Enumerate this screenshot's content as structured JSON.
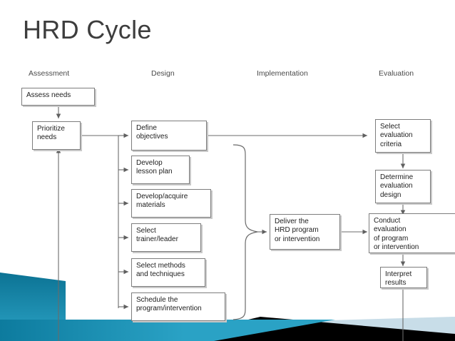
{
  "slide": {
    "title": "HRD Cycle",
    "background_color": "#ffffff",
    "title_color": "#3d3d3d"
  },
  "columns": [
    {
      "id": "assessment",
      "label": "Assessment"
    },
    {
      "id": "design",
      "label": "Design"
    },
    {
      "id": "implementation",
      "label": "Implementation"
    },
    {
      "id": "evaluation",
      "label": "Evaluation"
    }
  ],
  "nodes": {
    "assess_needs": {
      "label": "Assess needs",
      "column": "assessment"
    },
    "prioritize_needs": {
      "label": "Prioritize\nneeds",
      "column": "assessment"
    },
    "define_objectives": {
      "label": "Define\nobjectives",
      "column": "design"
    },
    "develop_lesson_plan": {
      "label": "Develop\nlesson plan",
      "column": "design"
    },
    "develop_materials": {
      "label": "Develop/acquire\nmaterials",
      "column": "design"
    },
    "select_trainer": {
      "label": "Select\ntrainer/leader",
      "column": "design"
    },
    "select_methods": {
      "label": "Select methods\nand techniques",
      "column": "design"
    },
    "schedule_program": {
      "label": "Schedule the\nprogram/intervention",
      "column": "design"
    },
    "deliver_program": {
      "label": "Deliver the\nHRD program\nor intervention",
      "column": "implementation"
    },
    "select_criteria": {
      "label": "Select\nevaluation\ncriteria",
      "column": "evaluation"
    },
    "determine_design": {
      "label": "Determine\nevaluation\ndesign",
      "column": "evaluation"
    },
    "conduct_evaluation": {
      "label": "Conduct\nevaluation\nof program\nor intervention",
      "column": "evaluation"
    },
    "interpret_results": {
      "label": "Interpret\nresults",
      "column": "evaluation"
    }
  },
  "decoration": {
    "teal_dark": "#0f7ea3",
    "teal_mid": "#1f92b5",
    "teal_light": "#2ba0c4",
    "pale_blue": "#c8dde8",
    "black_wedge": "#000000"
  },
  "line_color": "#6b6b6b"
}
